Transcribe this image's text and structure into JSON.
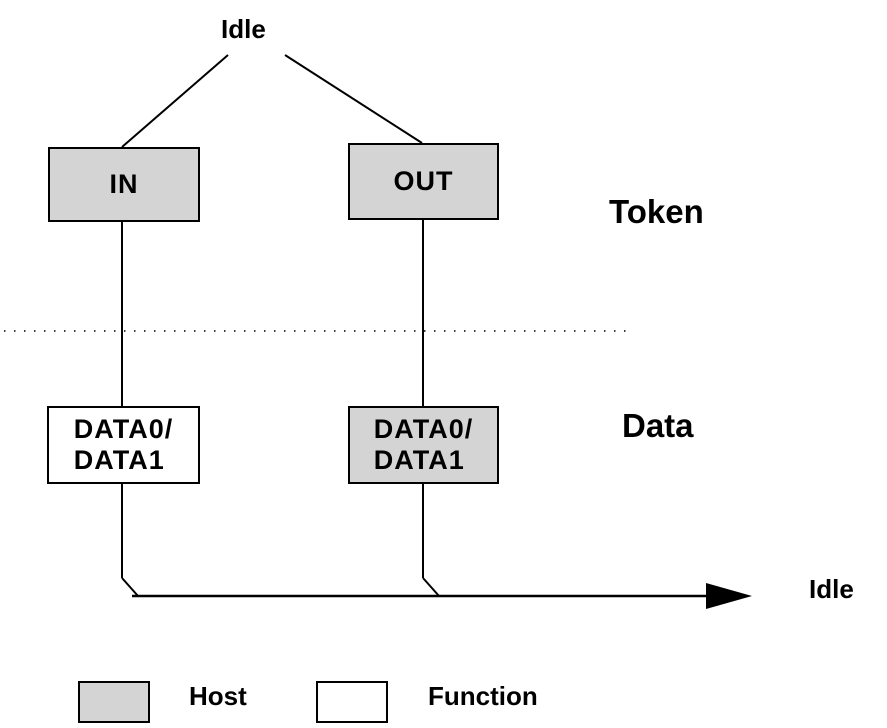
{
  "diagram": {
    "idle_top": "Idle",
    "idle_right": "Idle",
    "token_label": "Token",
    "data_label": "Data",
    "in_box": "IN",
    "out_box": "OUT",
    "data_in_box": {
      "line1": "DATA0/",
      "line2": "DATA1"
    },
    "data_out_box": {
      "line1": "DATA0/",
      "line2": "DATA1"
    }
  },
  "legend": {
    "host": "Host",
    "function": "Function"
  },
  "colors": {
    "host_fill": "#d4d4d4",
    "function_fill": "#ffffff",
    "line": "#000000"
  }
}
